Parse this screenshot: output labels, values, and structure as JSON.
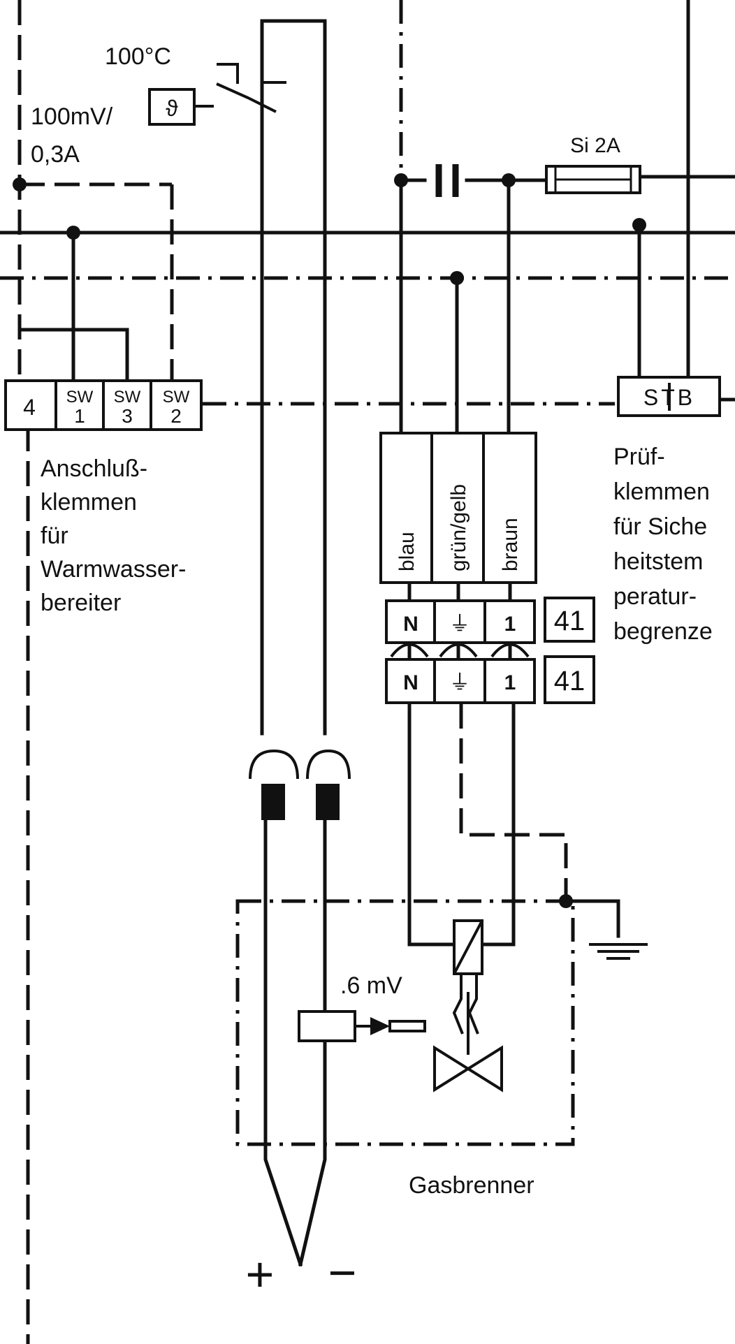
{
  "thermostat": {
    "temperature": "100°C",
    "rating_line1": "100mV/",
    "rating_line2": "0,3A",
    "symbol": "ϑ"
  },
  "fuse_label": "Si 2A",
  "dhw_terminals": {
    "labels": [
      "4",
      "SW",
      "1",
      "SW",
      "3",
      "SW",
      "2"
    ],
    "caption": [
      "Anschluß-",
      "klemmen",
      "für",
      "Warmwasser-",
      "bereiter"
    ]
  },
  "stb": {
    "label": "STB",
    "caption": [
      "Prüf-",
      "klemmen",
      "für Siche",
      "heitstem",
      "peratur-",
      "begrenze"
    ]
  },
  "cable_colors": [
    "blau",
    "grün/gelb",
    "braun"
  ],
  "connector_upper": {
    "pins": [
      "N",
      "⏚",
      "1"
    ],
    "number": "41"
  },
  "connector_lower": {
    "pins": [
      "N",
      "⏚",
      "1"
    ],
    "number": "41"
  },
  "thermocouple_voltage": ".6 mV",
  "burner_label": "Gasbrenner",
  "polarity": {
    "plus": "+",
    "minus": "−"
  }
}
